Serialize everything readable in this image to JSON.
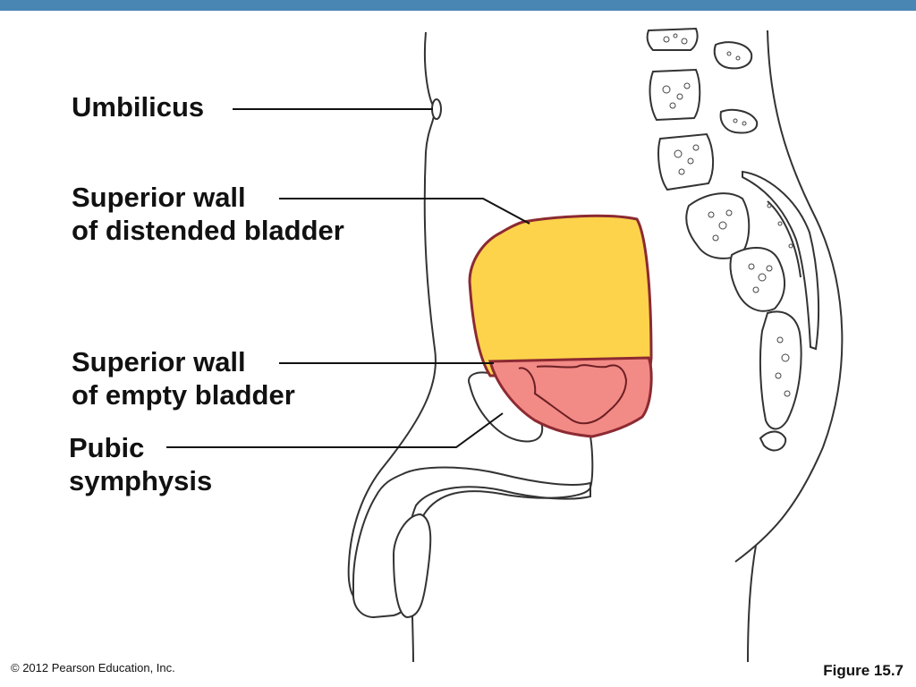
{
  "labels": {
    "umbilicus": "Umbilicus",
    "distended_line1": "Superior wall",
    "distended_line2": "of distended bladder",
    "empty_line1": "Superior wall",
    "empty_line2": "of empty bladder",
    "pubic_line1": "Pubic",
    "pubic_line2": "symphysis"
  },
  "footer": {
    "copyright": "© 2012 Pearson Education, Inc.",
    "figure": "Figure 15.7"
  },
  "colors": {
    "header_bar": "#4a86b4",
    "distended_bladder": "#fcd34b",
    "empty_bladder": "#f28a86",
    "bladder_wall": "#8c2a32",
    "outline": "#333333"
  }
}
